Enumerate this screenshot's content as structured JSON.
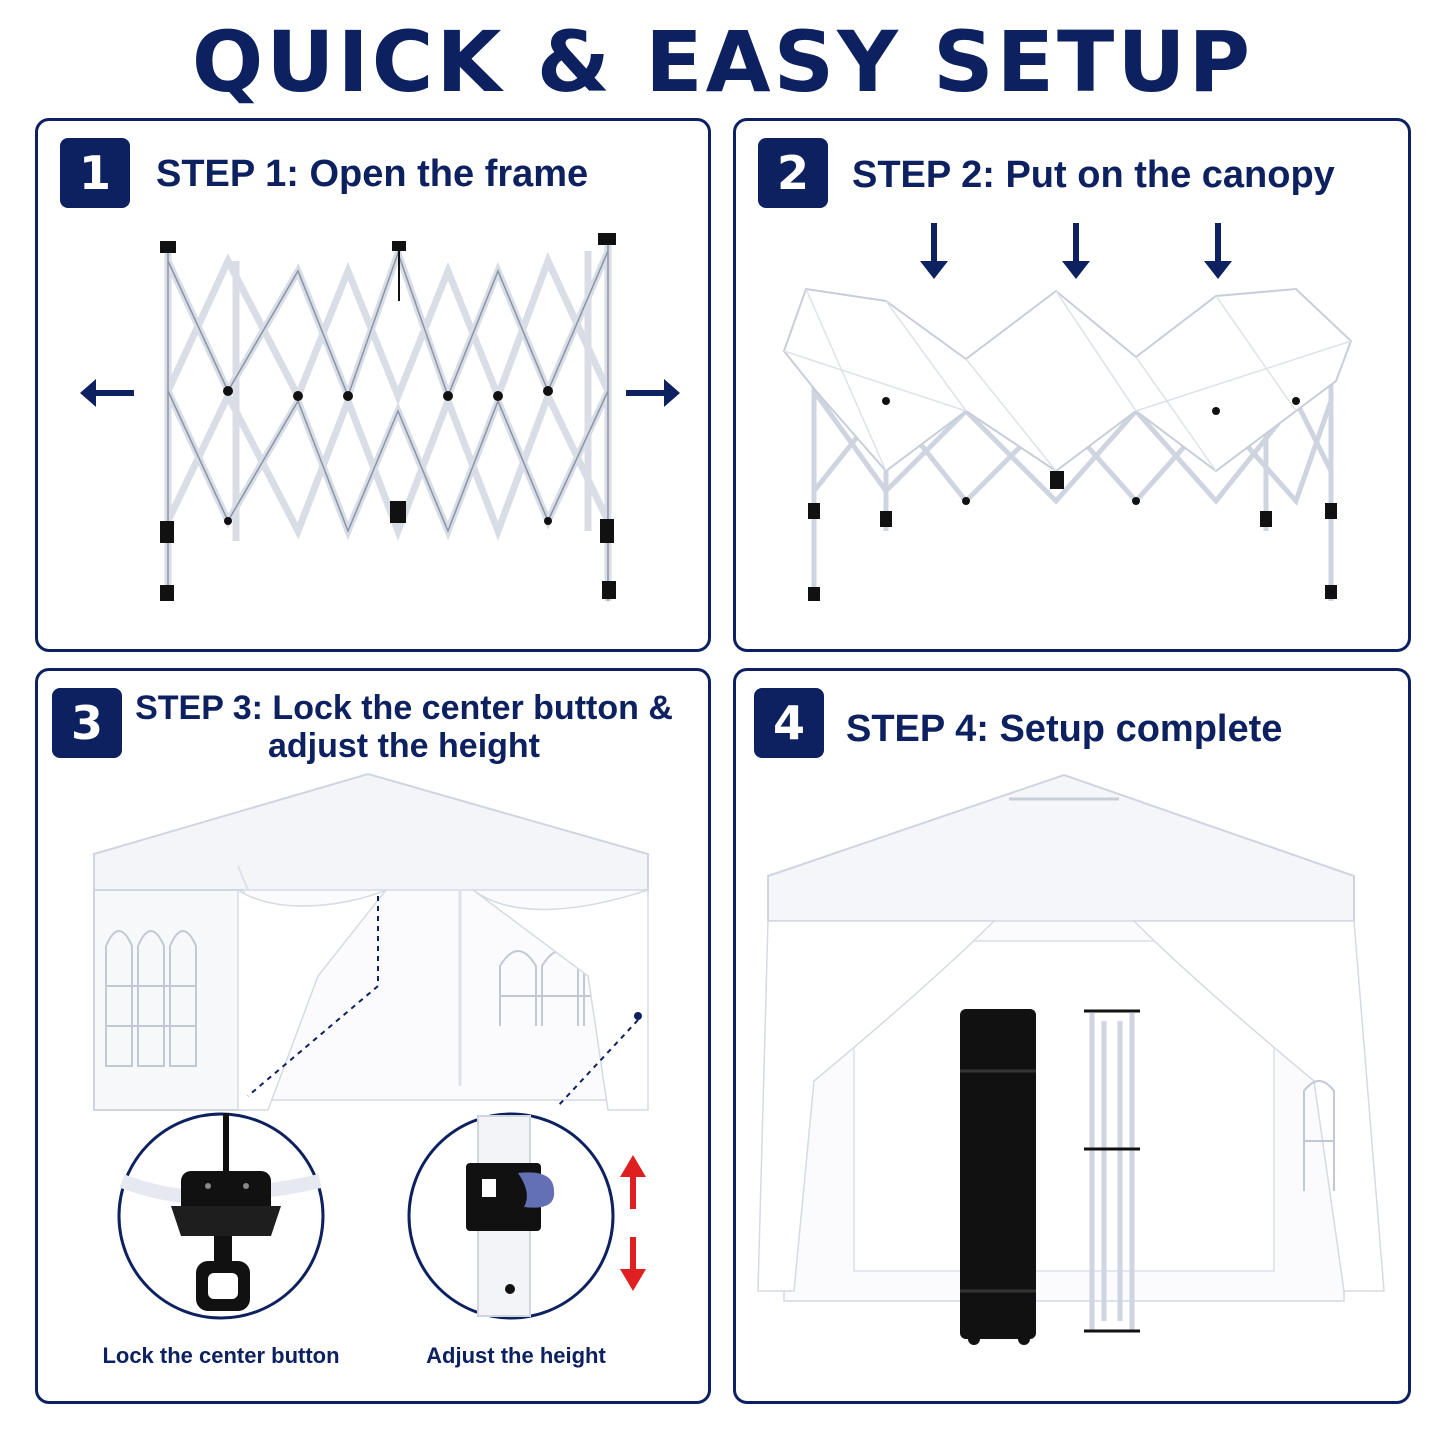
{
  "title": "QUICK & EASY SETUP",
  "colors": {
    "navy": "#0d2160",
    "red_arrow": "#e02020",
    "black": "#111111",
    "white": "#ffffff"
  },
  "steps": [
    {
      "number": "1",
      "title": "STEP 1: Open the frame"
    },
    {
      "number": "2",
      "title": "STEP 2: Put on the canopy"
    },
    {
      "number": "3",
      "title": "STEP 3: Lock the center button & adjust the height",
      "title_line1": "STEP 3: Lock the center button &",
      "title_line2": "adjust the height",
      "captions": [
        "Lock the center button",
        "Adjust the height"
      ]
    },
    {
      "number": "4",
      "title": "STEP 4: Setup complete"
    }
  ],
  "icons": [
    "arrow-left-icon",
    "arrow-right-icon",
    "arrow-down-icon",
    "arrow-up-red-icon",
    "arrow-down-red-icon"
  ]
}
